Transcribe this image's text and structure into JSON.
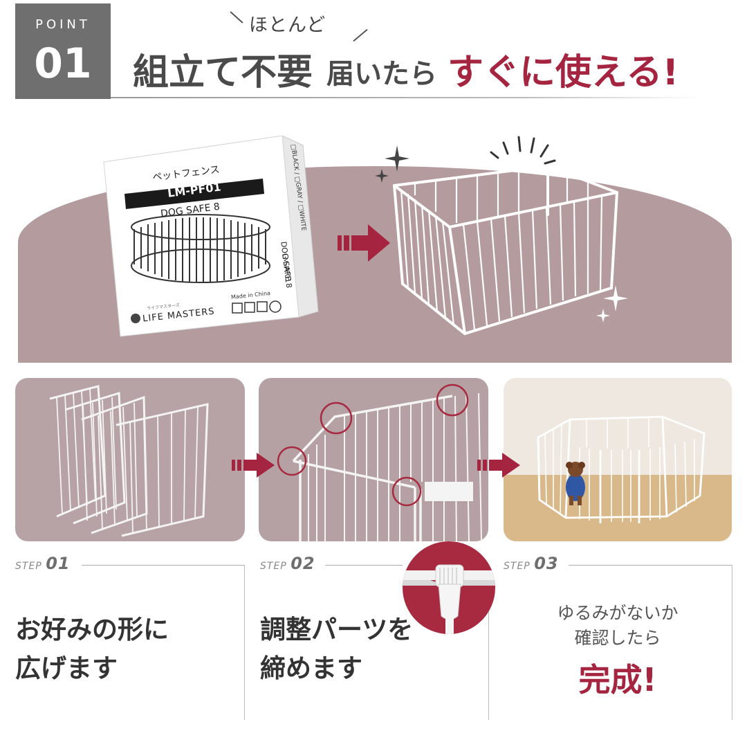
{
  "header": {
    "badge_word": "POINT",
    "badge_number": "01",
    "hotondo": "ほとんど",
    "headline_part1": "組立て不要",
    "headline_part2": "届いたら",
    "headline_part3": "すぐに使える!"
  },
  "package": {
    "product_type": "ペットフェンス",
    "model": "LM-PF01",
    "name": "DOG SAFE 8",
    "made_in": "Made in China",
    "brand": "LIFE MASTERS",
    "brand_kana": "ライフマスターズ",
    "side_text": "DOG SAFE 8",
    "side_model": "LM-PF01",
    "side_colors": "□BLACK / □GRAY / □WHITE"
  },
  "steps": [
    {
      "prefix": "STEP",
      "number": "01",
      "line1": "お好みの形に",
      "line2": "広げます"
    },
    {
      "prefix": "STEP",
      "number": "02",
      "line1": "調整パーツを",
      "line2": "締めます"
    },
    {
      "prefix": "STEP",
      "number": "03",
      "line1": "ゆるみがないか",
      "line2": "確認したら",
      "finish": "完成!"
    }
  ],
  "colors": {
    "accent": "#a5243f",
    "badge": "#6f6f6f",
    "hero_band": "#b49b9e",
    "card_bg": "#b7a3a5"
  }
}
